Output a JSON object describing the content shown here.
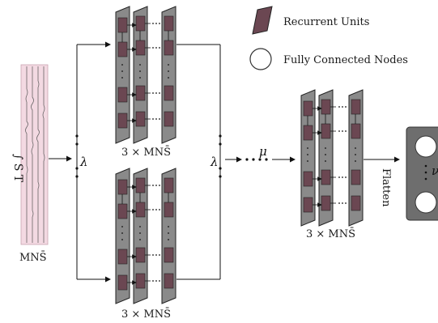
{
  "legend": {
    "recurrent_label": "Recurrent Units",
    "fc_label": "Fully Connected Nodes"
  },
  "input": {
    "side_label": "∫ S T",
    "size_label": "MNS̄"
  },
  "blocks": {
    "top_label": "3 × MNS̄",
    "bottom_label": "3 × MNS̄",
    "right_label": "3 × MNS̄"
  },
  "symbols": {
    "lambda_left": "λ",
    "lambda_right": "λ",
    "mu": "μ",
    "nu": "ν"
  },
  "flatten_label": "Flatten",
  "colors": {
    "recurrent_unit": "#6b4752",
    "panel": "#8a8a8a",
    "input_bg": "#f3d9e2",
    "output_bg": "#6e6e6e"
  }
}
